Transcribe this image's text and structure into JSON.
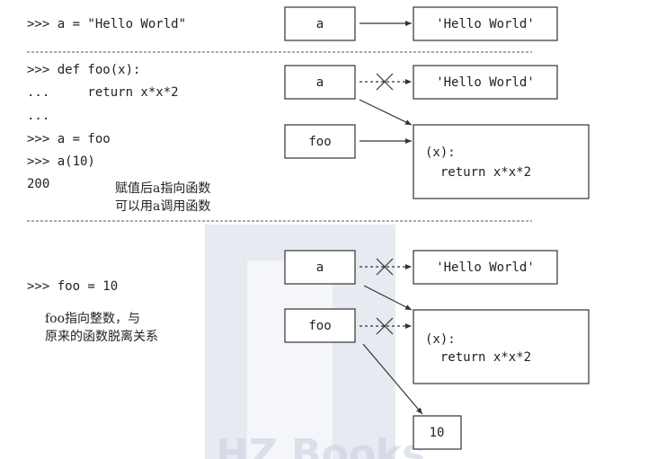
{
  "section1": {
    "code": [
      ">>> a = \"Hello World\""
    ],
    "var_label": "a",
    "value_label": "'Hello World'"
  },
  "section2": {
    "code": [
      ">>> def foo(x):",
      "...     return x*x*2",
      "...",
      ">>> a = foo",
      ">>> a(10)",
      "200"
    ],
    "note": [
      "赋值后a指向函数",
      "可以用a调用函数"
    ],
    "var_a_label": "a",
    "var_foo_label": "foo",
    "string_label": "'Hello World'",
    "func_lines": [
      "(x):",
      "  return x*x*2"
    ]
  },
  "section3": {
    "code": [
      ">>> foo = 10"
    ],
    "note": [
      "foo指向整数，与",
      "原来的函数脱离关系"
    ],
    "var_a_label": "a",
    "var_foo_label": "foo",
    "string_label": "'Hello World'",
    "func_lines": [
      "(x):",
      "  return x*x*2"
    ],
    "int_label": "10"
  },
  "watermark": {
    "text": "HZ Books"
  }
}
